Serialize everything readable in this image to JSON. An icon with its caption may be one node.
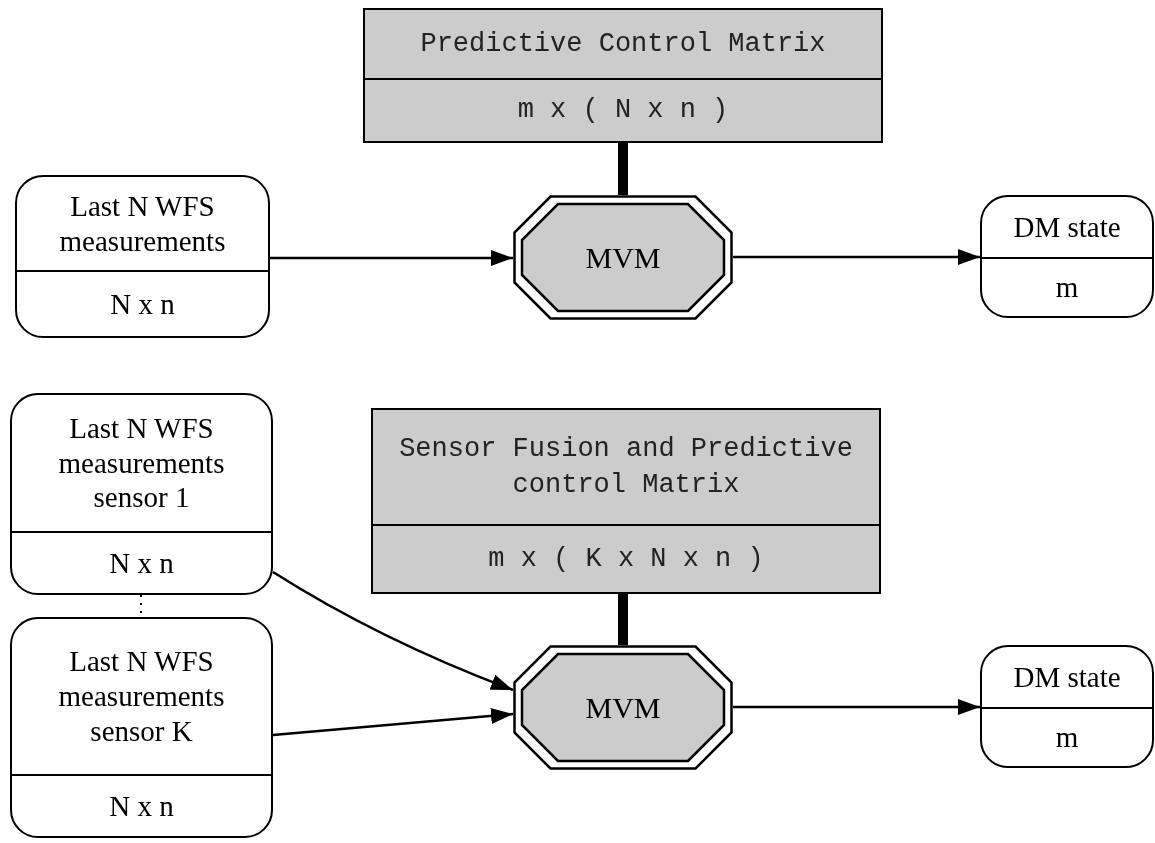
{
  "diagram": {
    "nodes": [
      {
        "text": [
          "Predictive Control Matrix",
          "m x ( N x n )"
        ]
      },
      {
        "text": [
          "Last N WFS measurements",
          "N x n"
        ]
      },
      {
        "text": [
          "MVM"
        ]
      },
      {
        "text": [
          "DM state",
          "m"
        ]
      },
      {
        "text": [
          "Sensor Fusion and Predictive control Matrix",
          "m x ( K x N x n )"
        ]
      },
      {
        "text": [
          "Last N WFS measurements sensor 1",
          "N x n"
        ]
      },
      {
        "text": [
          "Last N WFS measurements sensor K",
          "N x n"
        ]
      },
      {
        "text": [
          "MVM"
        ]
      },
      {
        "text": [
          "DM state",
          "m"
        ]
      }
    ],
    "edges": [
      {
        "from": 0,
        "to": 2,
        "arrow": "none",
        "style": "thick"
      },
      {
        "from": 1,
        "to": 2,
        "arrow": "to"
      },
      {
        "from": 2,
        "to": 3,
        "arrow": "to"
      },
      {
        "from": 4,
        "to": 7,
        "arrow": "none",
        "style": "thick"
      },
      {
        "from": 5,
        "to": 7,
        "arrow": "to"
      },
      {
        "from": 6,
        "to": 7,
        "arrow": "to"
      },
      {
        "from": 7,
        "to": 8,
        "arrow": "to"
      },
      {
        "from": 5,
        "to": 6,
        "arrow": "none",
        "style": "dashed"
      }
    ]
  }
}
